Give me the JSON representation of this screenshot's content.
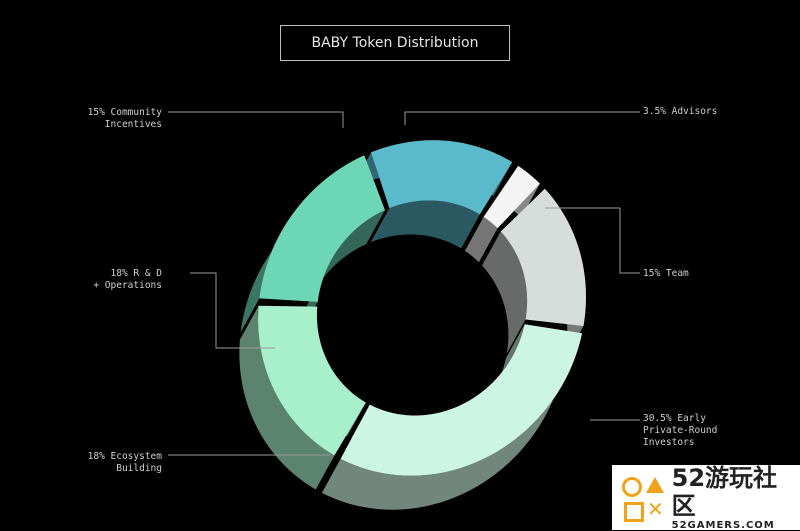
{
  "title": "BABY Token Distribution",
  "chart_data": {
    "type": "pie",
    "title": "BABY Token Distribution",
    "categories": [
      "Advisors",
      "Team",
      "Early Private-Round Investors",
      "Ecosystem Building",
      "R & D + Operations",
      "Community Incentives"
    ],
    "values": [
      3.5,
      15,
      30.5,
      18,
      18,
      15
    ],
    "labels": [
      "3.5% Advisors",
      "15% Team",
      "30.5% Early\nPrivate-Round\nInvestors",
      "18% Ecosystem\nBuilding",
      "18% R & D\n+ Operations",
      "15% Community\nIncentives"
    ],
    "colors": [
      "#f4f4f4",
      "#d7ddda",
      "#cdf5e3",
      "#a8efcb",
      "#6cd6b6",
      "#5ab9cb"
    ]
  },
  "watermark": {
    "text": "52游玩社区",
    "subtext": "52GAMERS.COM"
  }
}
